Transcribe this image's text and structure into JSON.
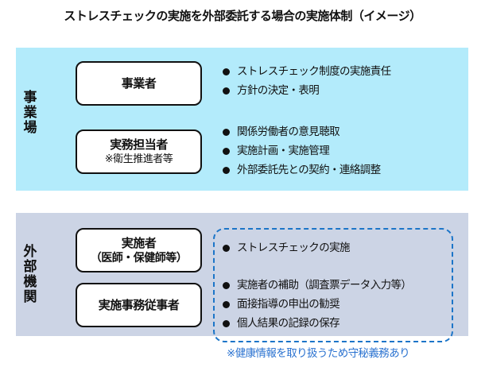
{
  "title": "ストレスチェックの実施を外部委託する場合の実施体制（イメージ）",
  "colors": {
    "workplace_panel": "#b3ebfb",
    "external_panel": "#ccd4e5",
    "dashed_border": "#1c75c8",
    "note_text": "#2a72d0"
  },
  "workplace": {
    "label_chars": [
      "事",
      "業",
      "場"
    ],
    "roles": [
      {
        "main": "事業者",
        "bullets": [
          "ストレスチェック制度の実施責任",
          "方針の決定・表明"
        ]
      },
      {
        "main": "実務担当者",
        "sub": "※衛生推進者等",
        "bullets": [
          "関係労働者の意見聴取",
          "実施計画・実施管理",
          "外部委託先との契約・連絡調整"
        ]
      }
    ]
  },
  "external": {
    "label_chars": [
      "外",
      "部",
      "機",
      "関"
    ],
    "roles": [
      {
        "main": "実施者",
        "sub": "（医師・保健師等）",
        "bullets": [
          "ストレスチェックの実施"
        ]
      },
      {
        "main": "実施事務従事者",
        "bullets": [
          "実施者の補助（調査票データ入力等）",
          "面接指導の申出の勧奨",
          "個人結果の記録の保存"
        ]
      }
    ],
    "note": "※健康情報を取り扱うため守秘義務あり"
  }
}
